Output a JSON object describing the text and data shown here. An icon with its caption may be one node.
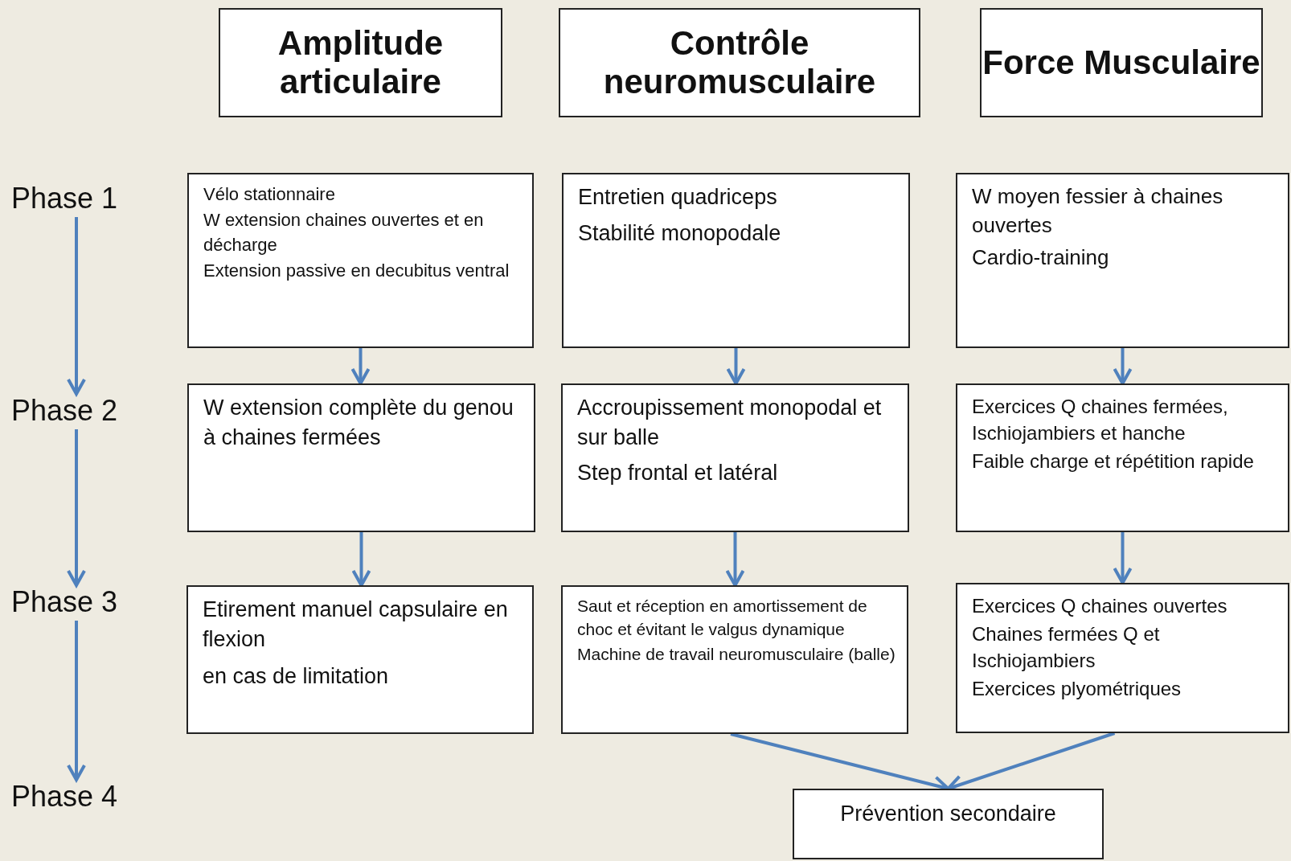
{
  "diagram": {
    "nodes": [
      {
        "text": [
          "Amplitude articulaire"
        ]
      },
      {
        "text": [
          "Contrôle neuromusculaire"
        ]
      },
      {
        "text": [
          "Force Musculaire"
        ]
      },
      {
        "text": [
          "Phase 1"
        ]
      },
      {
        "text": [
          "Vélo stationnaire",
          "W extension chaines ouvertes et en décharge",
          "Extension passive en decubitus ventral"
        ]
      },
      {
        "text": [
          "Entretien quadriceps",
          "Stabilité monopodale"
        ]
      },
      {
        "text": [
          "W moyen fessier à chaines ouvertes",
          "Cardio-training"
        ]
      },
      {
        "text": [
          "Phase 2"
        ]
      },
      {
        "text": [
          "W extension complète du genou à chaines fermées"
        ]
      },
      {
        "text": [
          "Accroupissement monopodal et sur balle",
          "Step frontal et latéral"
        ]
      },
      {
        "text": [
          "Exercices Q chaines fermées, Ischiojambiers et hanche",
          "Faible charge et répétition rapide"
        ]
      },
      {
        "text": [
          "Phase 3"
        ]
      },
      {
        "text": [
          "Etirement manuel capsulaire en flexion",
          "en cas de limitation"
        ]
      },
      {
        "text": [
          "Saut et réception en amortissement de choc et évitant le valgus dynamique",
          "Machine de travail neuromusculaire (balle)"
        ]
      },
      {
        "text": [
          "Exercices Q chaines ouvertes",
          "Chaines fermées Q et Ischiojambiers",
          "Exercices plyométriques"
        ]
      },
      {
        "text": [
          "Phase 4"
        ]
      },
      {
        "text": [
          "Prévention secondaire"
        ]
      }
    ],
    "edges": [
      {
        "from": 3,
        "to": 7,
        "arrow": "to"
      },
      {
        "from": 7,
        "to": 11,
        "arrow": "to"
      },
      {
        "from": 11,
        "to": 15,
        "arrow": "to"
      },
      {
        "from": 4,
        "to": 8,
        "arrow": "to"
      },
      {
        "from": 5,
        "to": 9,
        "arrow": "to"
      },
      {
        "from": 6,
        "to": 10,
        "arrow": "to"
      },
      {
        "from": 8,
        "to": 12,
        "arrow": "to"
      },
      {
        "from": 9,
        "to": 13,
        "arrow": "to"
      },
      {
        "from": 10,
        "to": 14,
        "arrow": "to"
      },
      {
        "from": 13,
        "to": 16,
        "arrow": "to"
      },
      {
        "from": 14,
        "to": 16,
        "arrow": "to"
      }
    ]
  }
}
